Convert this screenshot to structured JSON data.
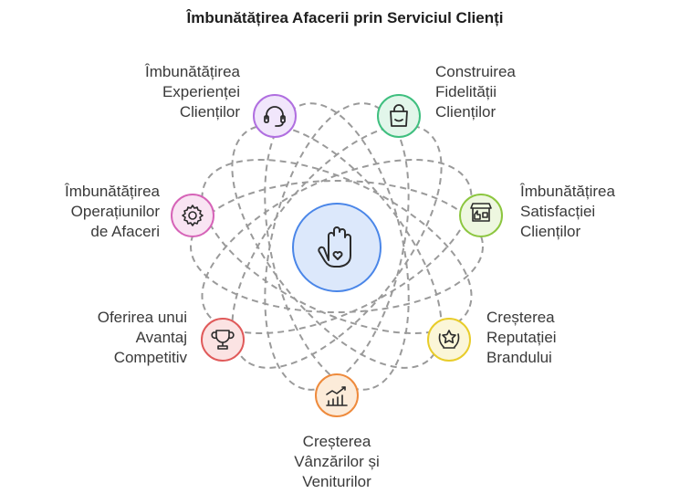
{
  "title": "Îmbunătățirea Afacerii prin Serviciul Clienți",
  "center": {
    "icon": "hand-heart-icon",
    "color": "#4a86e8",
    "fill": "#dce8fb"
  },
  "nodes": [
    {
      "id": "experience",
      "icon": "headset-icon",
      "color": "#b06fe0",
      "fill": "#f1e6fb",
      "lines": [
        "Îmbunătățirea",
        "Experienței",
        "Clienților"
      ]
    },
    {
      "id": "loyalty",
      "icon": "shopping-bag-icon",
      "color": "#3fbf7f",
      "fill": "#e2f6ea",
      "lines": [
        "Construirea",
        "Fidelității",
        "Clienților"
      ]
    },
    {
      "id": "satisfaction",
      "icon": "store-thumbs-up-icon",
      "color": "#8cc63f",
      "fill": "#eef7e0",
      "lines": [
        "Îmbunătățirea",
        "Satisfacției",
        "Clienților"
      ]
    },
    {
      "id": "reputation",
      "icon": "star-laurel-icon",
      "color": "#e8cc2a",
      "fill": "#fbf6d8",
      "lines": [
        "Creșterea",
        "Reputației",
        "Brandului"
      ]
    },
    {
      "id": "sales",
      "icon": "growth-chart-icon",
      "color": "#ee8a3c",
      "fill": "#fcebd9",
      "lines": [
        "Creșterea",
        "Vânzărilor și",
        "Veniturilor"
      ]
    },
    {
      "id": "advantage",
      "icon": "trophy-icon",
      "color": "#e05a5a",
      "fill": "#fbe3e3",
      "lines": [
        "Oferirea unui",
        "Avantaj",
        "Competitiv"
      ]
    },
    {
      "id": "operations",
      "icon": "gear-icon",
      "color": "#d664b8",
      "fill": "#f9e4f3",
      "lines": [
        "Îmbunătățirea",
        "Operațiunilor",
        "de Afaceri"
      ]
    }
  ]
}
